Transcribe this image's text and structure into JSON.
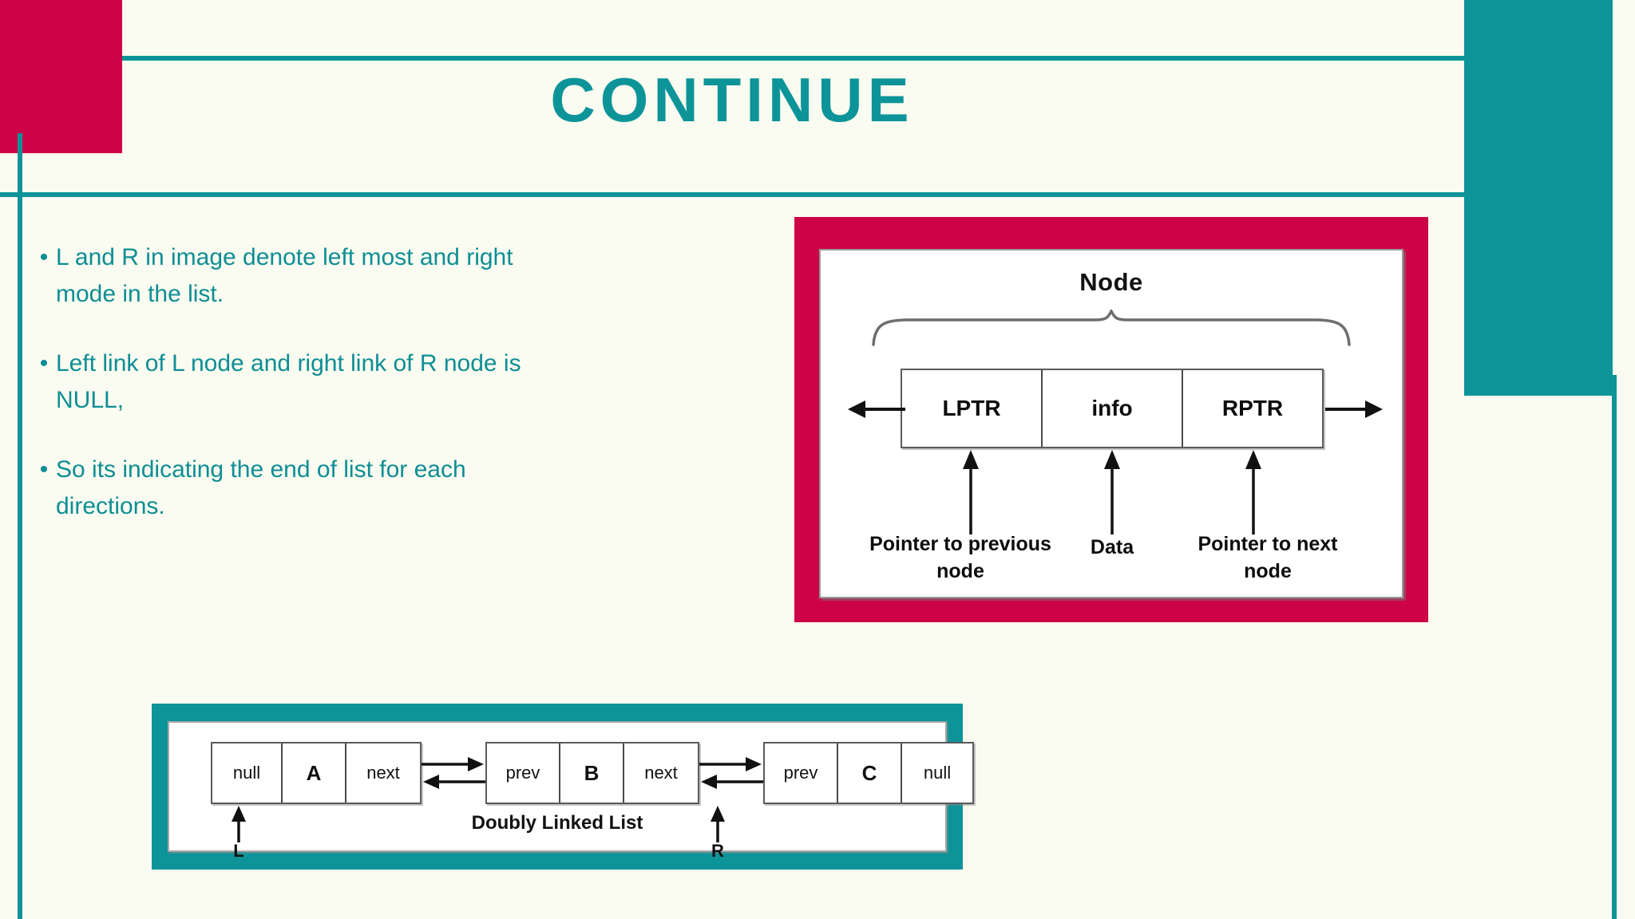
{
  "slide": {
    "title": "CONTINUE",
    "colors": {
      "crimson": "#CE0247",
      "teal": "#0D9499",
      "background": "#FAFBF1",
      "body_text": "#0D8E94"
    },
    "bullets": [
      {
        "marker": "•",
        "text": " L and R in image denote left most and right mode in the list."
      },
      {
        "marker": "•",
        "text": " Left link of L node and right link of R node is NULL,"
      },
      {
        "marker": "•",
        "text": " So its indicating the end of list for each directions."
      }
    ]
  },
  "node_figure": {
    "title": "Node",
    "cells": [
      "LPTR",
      "info",
      "RPTR"
    ],
    "captions": [
      "Pointer to previous node",
      "Data",
      "Pointer to next node"
    ]
  },
  "dll_figure": {
    "caption": "Doubly Linked List",
    "nodes": [
      {
        "prev": "null",
        "data": "A",
        "next": "next"
      },
      {
        "prev": "prev",
        "data": "B",
        "next": "next"
      },
      {
        "prev": "prev",
        "data": "C",
        "next": "null"
      }
    ],
    "markers": {
      "left": "L",
      "right": "R"
    }
  }
}
